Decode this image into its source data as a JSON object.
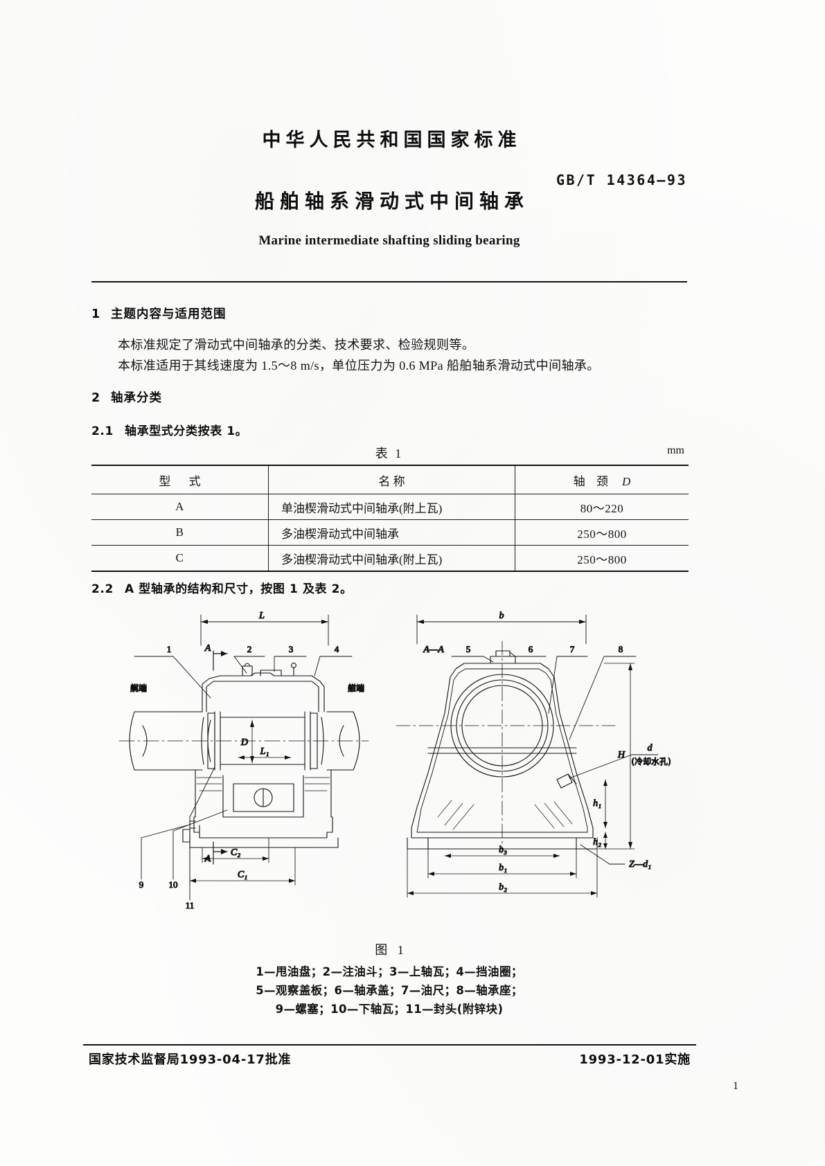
{
  "document": {
    "national_std_header": "中华人民共和国国家标准",
    "standard_number": "GB/T 14364—93",
    "title_cn": "船舶轴系滑动式中间轴承",
    "title_en": "Marine intermediate shafting sliding bearing"
  },
  "sections": {
    "s1": {
      "number": "1",
      "heading": "主题内容与适用范围",
      "p1": "本标准规定了滑动式中间轴承的分类、技术要求、检验规则等。",
      "p2": "本标准适用于其线速度为 1.5～8 m/s，单位压力为 0.6 MPa 船舶轴系滑动式中间轴承。"
    },
    "s2": {
      "number": "2",
      "heading": "轴承分类",
      "s21_number": "2.1",
      "s21_text": "轴承型式分类按表 1。",
      "s22_number": "2.2",
      "s22_text": "A 型轴承的结构和尺寸，按图 1 及表 2。"
    }
  },
  "table1": {
    "caption": "表 1",
    "unit": "mm",
    "columns": [
      "型  式",
      "名    称",
      "轴  颈  D"
    ],
    "col_type_label": "型  式",
    "col_name_label": "名    称",
    "col_journal_label": "轴  颈",
    "col_journal_symbol": "D",
    "rows": [
      {
        "type": "A",
        "name": "单油楔滑动式中间轴承(附上瓦)",
        "journal": "80～220"
      },
      {
        "type": "B",
        "name": "多油楔滑动式中间轴承",
        "journal": "250～800"
      },
      {
        "type": "C",
        "name": "多油楔滑动式中间轴承(附上瓦)",
        "journal": "250～800"
      }
    ]
  },
  "figure1": {
    "caption": "图 1",
    "legend_line1": "1—甩油盘；2—注油斗；3—上轴瓦；4—挡油圈；",
    "legend_line2": "5—观察盖板；6—轴承盖；7—油尺；8—轴承座；",
    "legend_line3": "9—螺塞；10—下轴瓦；11—封头(附锌块)",
    "callouts": {
      "n1": "1",
      "n2": "2",
      "n3": "3",
      "n4": "4",
      "n5": "5",
      "n6": "6",
      "n7": "7",
      "n8": "8",
      "n9": "9",
      "n10": "10",
      "n11": "11"
    },
    "dimensions": {
      "L": "L",
      "L1": "L₁",
      "D": "D",
      "b": "b",
      "b1": "b₁",
      "b2": "b₂",
      "b3": "b₃",
      "C1": "C₁",
      "C2": "C₂",
      "H": "H",
      "h1": "h₁",
      "h2": "h₂",
      "d": "d",
      "Z_d1": "Z—d₁",
      "section_mark_A": "A",
      "section_view": "A—A"
    },
    "annotations": {
      "stern_end": "艉端",
      "bow_end": "艏端",
      "cooling_hole": "(冷却水孔)"
    }
  },
  "footer": {
    "approval": "国家技术监督局1993-04-17批准",
    "implementation": "1993-12-01实施",
    "page_number": "1"
  }
}
